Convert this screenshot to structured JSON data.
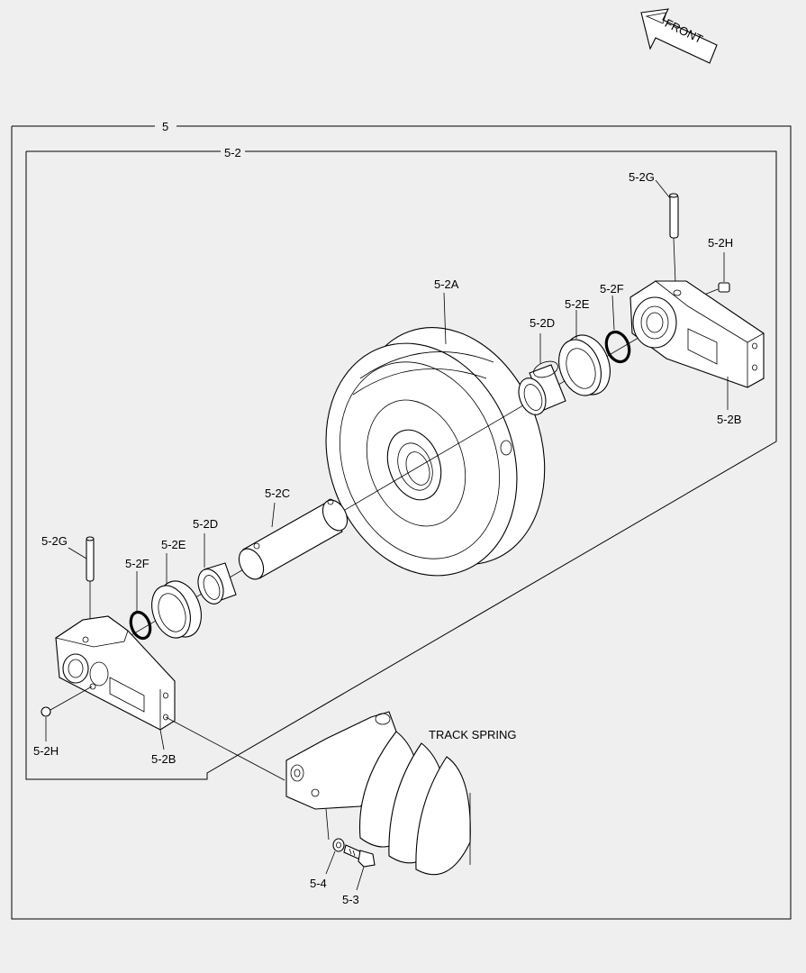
{
  "labels": {
    "front": "FRONT",
    "group_5": "5",
    "group_5_2": "5-2",
    "idler": "5-2A",
    "shaft": "5-2C",
    "bracket_right": "5-2B",
    "bracket_left": "5-2B",
    "pin_right": "5-2G",
    "pin_left": "5-2G",
    "plug_right": "5-2H",
    "plug_left": "5-2H",
    "bushing_right": "5-2D",
    "bushing_left": "5-2D",
    "seal_right": "5-2E",
    "seal_left": "5-2E",
    "oring_right": "5-2F",
    "oring_left": "5-2F",
    "track_spring": "TRACK SPRING",
    "washer": "5-4",
    "bolt": "5-3"
  }
}
